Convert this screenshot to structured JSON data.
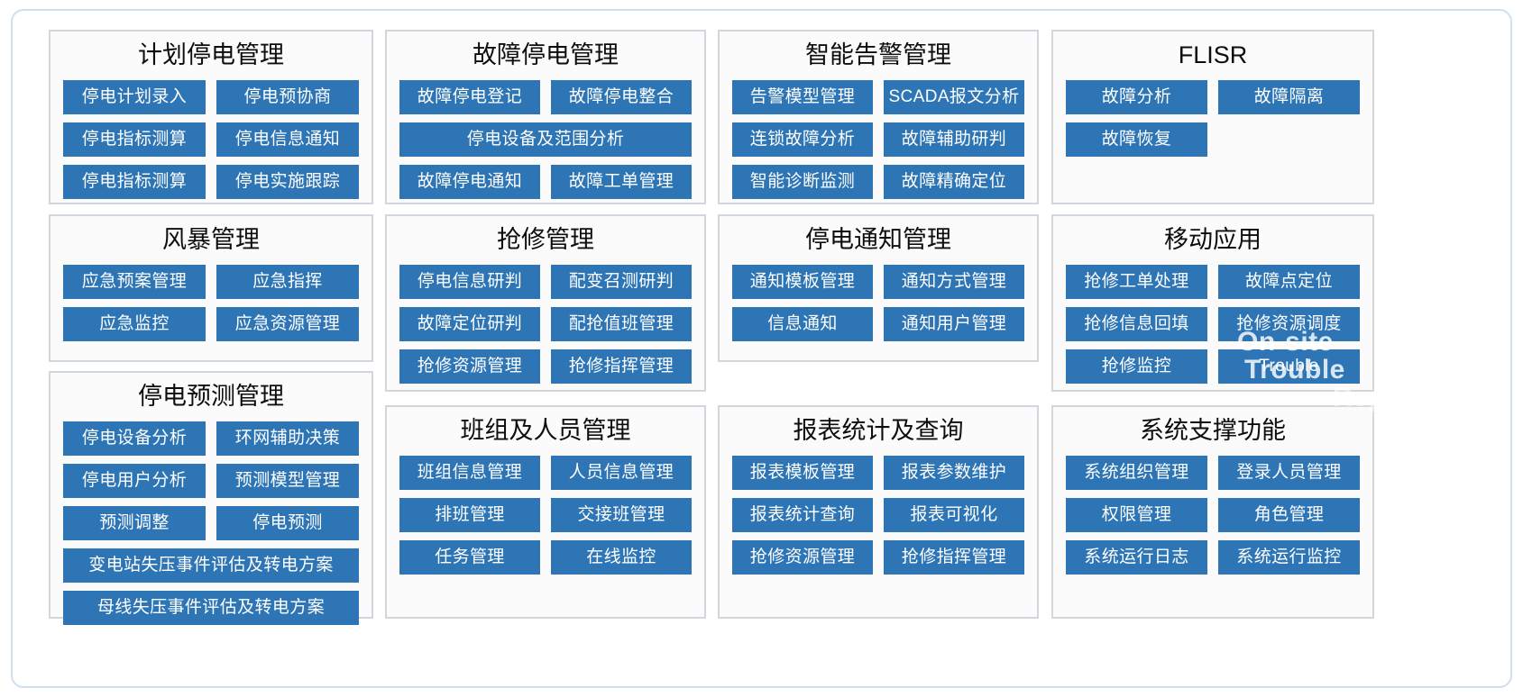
{
  "theme": {
    "button_color": "#2e75b6",
    "panel_bg": "#fbfbfb",
    "panel_border": "#d2d6dd",
    "frame_border": "#cfdff0",
    "title_color": "#0d0d0d",
    "button_text_color": "#ffffff"
  },
  "watermark": {
    "line1": "On-site",
    "line2": "Trouble",
    "line3": "Rep"
  },
  "panels": [
    {
      "id": "planned",
      "title": "计划停电管理",
      "rows": [
        [
          "停电计划录入",
          "停电预协商"
        ],
        [
          "停电指标测算",
          "停电信息通知"
        ],
        [
          "停电指标测算",
          "停电实施跟踪"
        ]
      ]
    },
    {
      "id": "fault",
      "title": "故障停电管理",
      "rows": [
        [
          "故障停电登记",
          "故障停电整合"
        ],
        [
          "停电设备及范围分析"
        ],
        [
          "故障停电通知",
          "故障工单管理"
        ]
      ]
    },
    {
      "id": "alarm",
      "title": "智能告警管理",
      "rows": [
        [
          "告警模型管理",
          "SCADA报文分析"
        ],
        [
          "连锁故障分析",
          "故障辅助研判"
        ],
        [
          "智能诊断监测",
          "故障精确定位"
        ]
      ]
    },
    {
      "id": "flisr",
      "title": "FLISR",
      "rows": [
        [
          "故障分析",
          "故障隔离"
        ],
        [
          "故障恢复",
          ""
        ]
      ]
    },
    {
      "id": "storm",
      "title": "风暴管理",
      "rows": [
        [
          "应急预案管理",
          "应急指挥"
        ],
        [
          "应急监控",
          "应急资源管理"
        ]
      ]
    },
    {
      "id": "repair",
      "title": "抢修管理",
      "rows": [
        [
          "停电信息研判",
          "配变召测研判"
        ],
        [
          "故障定位研判",
          "配抢值班管理"
        ],
        [
          "抢修资源管理",
          "抢修指挥管理"
        ]
      ]
    },
    {
      "id": "notify",
      "title": "停电通知管理",
      "rows": [
        [
          "通知模板管理",
          "通知方式管理"
        ],
        [
          "信息通知",
          "通知用户管理"
        ]
      ]
    },
    {
      "id": "mobile",
      "title": "移动应用",
      "rows": [
        [
          "抢修工单处理",
          "故障点定位"
        ],
        [
          "抢修信息回填",
          "抢修资源调度"
        ],
        [
          "抢修监控",
          "Trouble"
        ]
      ]
    },
    {
      "id": "forecast",
      "title": "停电预测管理",
      "rows": [
        [
          "停电设备分析",
          "环网辅助决策"
        ],
        [
          "停电用户分析",
          "预测模型管理"
        ],
        [
          "预测调整",
          "停电预测"
        ],
        [
          "变电站失压事件评估及转电方案"
        ],
        [
          "母线失压事件评估及转电方案"
        ]
      ]
    },
    {
      "id": "team",
      "title": "班组及人员管理",
      "rows": [
        [
          "班组信息管理",
          "人员信息管理"
        ],
        [
          "排班管理",
          "交接班管理"
        ],
        [
          "任务管理",
          "在线监控"
        ]
      ]
    },
    {
      "id": "report",
      "title": "报表统计及查询",
      "rows": [
        [
          "报表模板管理",
          "报表参数维护"
        ],
        [
          "报表统计查询",
          "报表可视化"
        ],
        [
          "抢修资源管理",
          "抢修指挥管理"
        ]
      ]
    },
    {
      "id": "system",
      "title": "系统支撑功能",
      "rows": [
        [
          "系统组织管理",
          "登录人员管理"
        ],
        [
          "权限管理",
          "角色管理"
        ],
        [
          "系统运行日志",
          "系统运行监控"
        ]
      ]
    }
  ]
}
